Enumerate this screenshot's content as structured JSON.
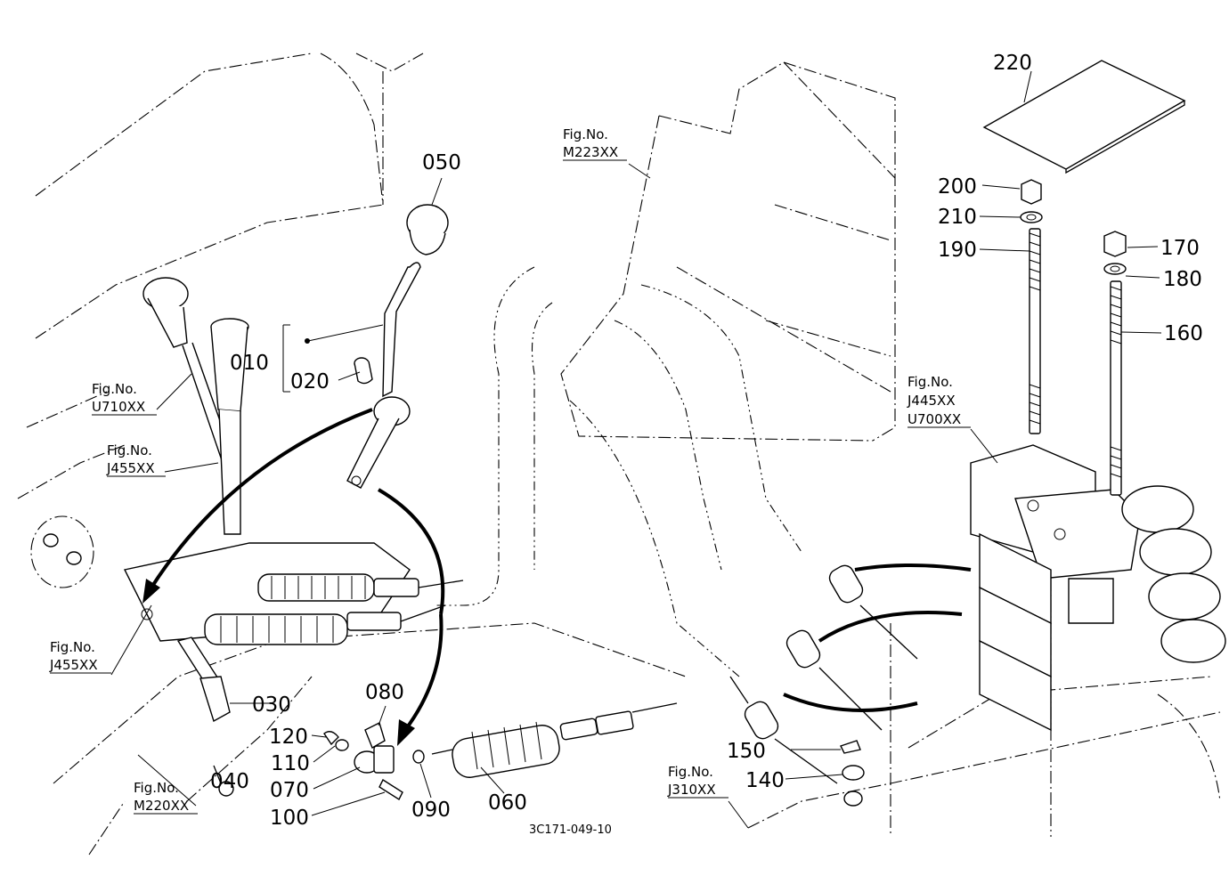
{
  "diagram": {
    "part_labels": [
      "010",
      "020",
      "030",
      "040",
      "050",
      "060",
      "070",
      "080",
      "090",
      "100",
      "110",
      "120",
      "140",
      "150",
      "160",
      "170",
      "180",
      "190",
      "200",
      "210",
      "220"
    ],
    "figure_refs": [
      {
        "line1": "Fig.No.",
        "line2": "U710XX"
      },
      {
        "line1": "Fig.No.",
        "line2": "J455XX"
      },
      {
        "line1": "Fig.No.",
        "line2": "J455XX"
      },
      {
        "line1": "Fig.No.",
        "line2": "M220XX"
      },
      {
        "line1": "Fig.No.",
        "line2": "M223XX"
      },
      {
        "line1": "Fig.No.",
        "line2": "J445XX",
        "line3": "U700XX"
      },
      {
        "line1": "Fig.No.",
        "line2": "J310XX"
      }
    ],
    "drawing_code": "3C171-049-10"
  }
}
